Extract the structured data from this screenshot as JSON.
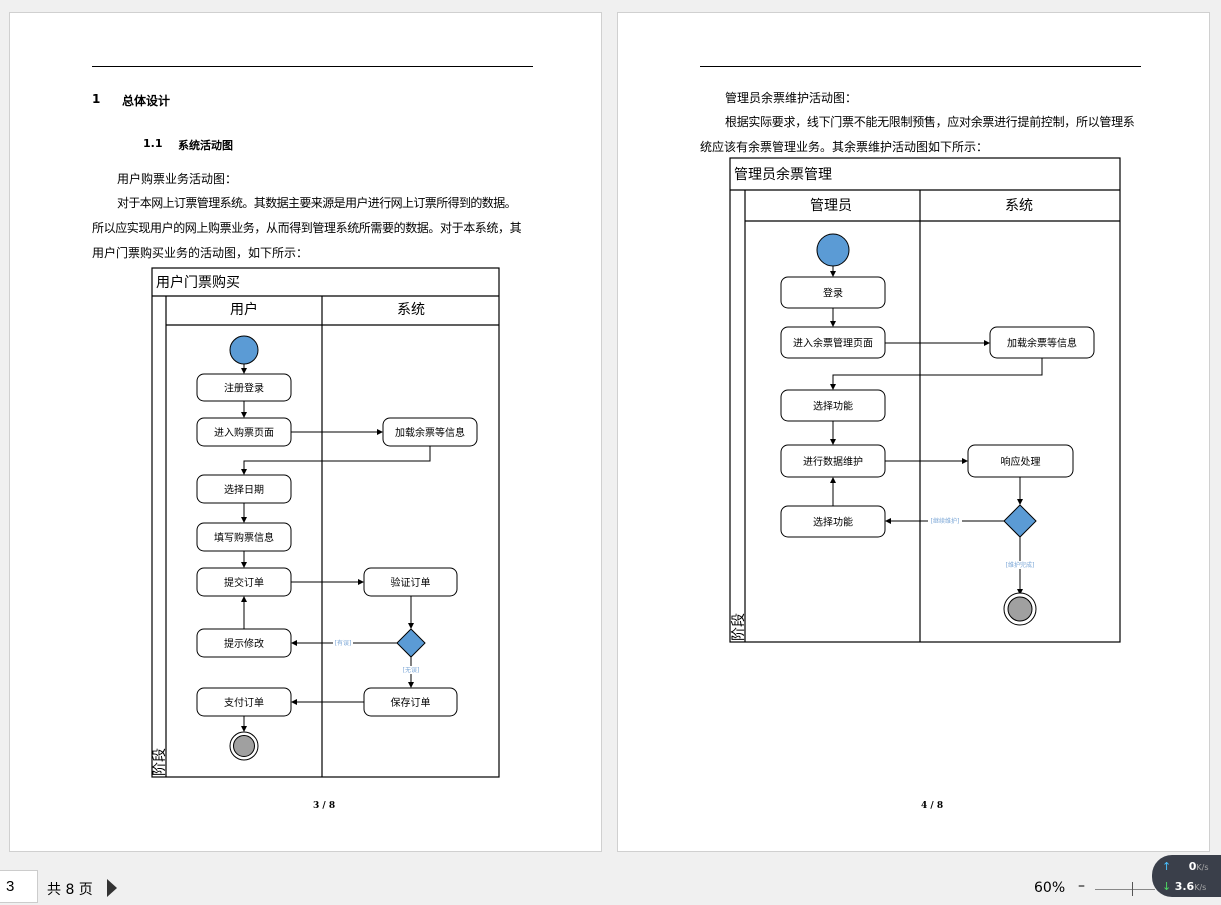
{
  "page3": {
    "heading1": {
      "num": "1",
      "text": "总体设计"
    },
    "heading2": {
      "num": "1.1",
      "text": "系统活动图"
    },
    "p1": "用户购票业务活动图：",
    "p2_lines": [
      "对于本网上订票管理系统。其数据主要来源是用户进行网上订票所得到的数据。",
      "所以应实现用户的网上购票业务，从而得到管理系统所需要的数据。对于本系统，其",
      "用户门票购买业务的活动图，如下所示："
    ],
    "diagram": {
      "title": "用户门票购买",
      "lane1": "用户",
      "lane2": "系统",
      "stage": "阶段",
      "nodes": [
        "注册登录",
        "进入购票页面",
        "加载余票等信息",
        "选择日期",
        "填写购票信息",
        "提交订单",
        "验证订单",
        "提示修改",
        "支付订单",
        "保存订单"
      ],
      "guard_error": "[有误]",
      "guard_ok": "[无误]"
    },
    "page_number": "3 / 8"
  },
  "page4": {
    "p1": "管理员余票维护活动图：",
    "p2_lines": [
      "根据实际要求，线下门票不能无限制预售，应对余票进行提前控制，所以管理系",
      "统应该有余票管理业务。其余票维护活动图如下所示："
    ],
    "diagram": {
      "title": "管理员余票管理",
      "lane1": "管理员",
      "lane2": "系统",
      "stage": "阶段",
      "nodes": [
        "登录",
        "进入余票管理页面",
        "加载余票等信息",
        "选择功能",
        "进行数据维护",
        "响应处理",
        "选择功能"
      ],
      "guard_continue": "[继续维护]",
      "guard_done": "[维护完成]"
    },
    "page_number": "4 / 8"
  },
  "statusbar": {
    "current_page": "3",
    "total_pages": "共 8 页",
    "zoom": "60%",
    "upload": "0",
    "download": "3.6",
    "unit": "K/s"
  },
  "colors": {
    "node_fill": "#5b9bd5",
    "end_fill": "#a0a0a0"
  }
}
